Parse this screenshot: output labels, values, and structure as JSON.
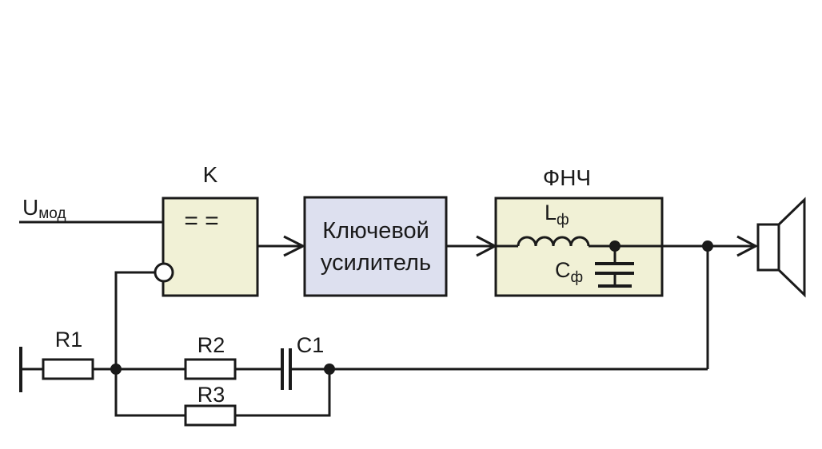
{
  "comparator": {
    "label": "K",
    "symbol": "= ="
  },
  "amplifier": {
    "line1": "Ключевой",
    "line2": "усилитель",
    "fill": "#dde0ef"
  },
  "filter": {
    "label": "ФНЧ",
    "inductor_main": "L",
    "inductor_sub": "ф",
    "capacitor_main": "C",
    "capacitor_sub": "ф",
    "fill": "#f1f1d6"
  },
  "input": {
    "main": "U",
    "sub": "мод"
  },
  "components": {
    "r1": "R1",
    "r2": "R2",
    "r3": "R3",
    "c1": "C1"
  },
  "colors": {
    "comparator_fill": "#f1f1d6",
    "line": "#1a1a1a"
  }
}
